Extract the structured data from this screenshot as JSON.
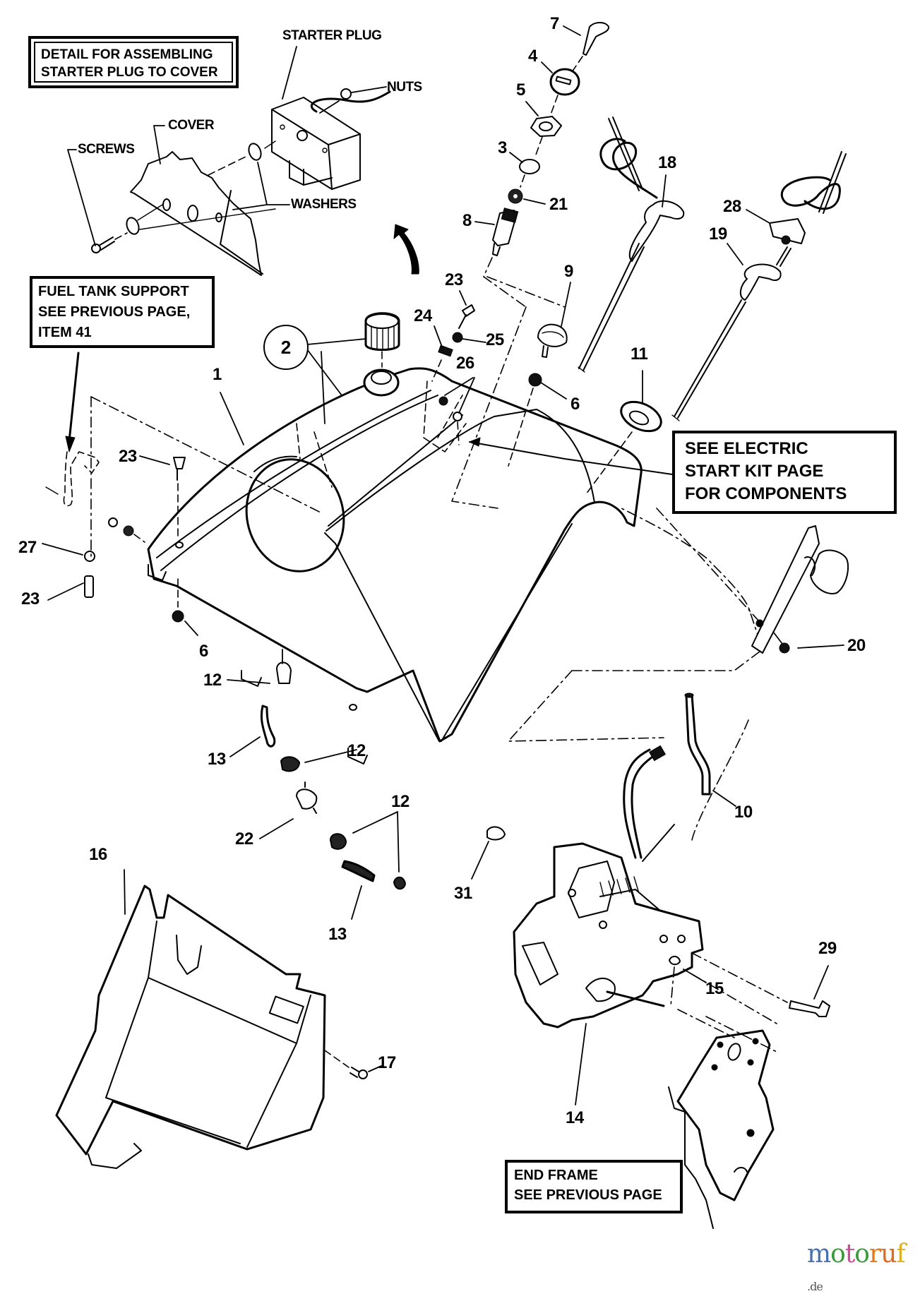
{
  "title": "Snowthrower fuel tank / cover / engine exploded parts diagram",
  "callout_boxes": {
    "detail": [
      "DETAIL FOR ASSEMBLING",
      "STARTER PLUG TO COVER"
    ],
    "fuel_tank_support": [
      "FUEL TANK SUPPORT",
      "SEE PREVIOUS PAGE,",
      "ITEM 41"
    ],
    "electric_start": [
      "SEE ELECTRIC",
      "START KIT PAGE",
      "FOR COMPONENTS"
    ],
    "end_frame": [
      "END FRAME",
      "SEE PREVIOUS PAGE"
    ]
  },
  "word_labels": {
    "starter_plug": "STARTER PLUG",
    "nuts": "NUTS",
    "cover": "COVER",
    "screws": "SCREWS",
    "washers": "WASHERS"
  },
  "circled_item": "2",
  "part_labels": [
    {
      "id": "p7",
      "text": "7"
    },
    {
      "id": "p4",
      "text": "4"
    },
    {
      "id": "p5",
      "text": "5"
    },
    {
      "id": "p3",
      "text": "3"
    },
    {
      "id": "p21",
      "text": "21"
    },
    {
      "id": "p8",
      "text": "8"
    },
    {
      "id": "p18",
      "text": "18"
    },
    {
      "id": "p28",
      "text": "28"
    },
    {
      "id": "p19",
      "text": "19"
    },
    {
      "id": "p23a",
      "text": "23"
    },
    {
      "id": "p24",
      "text": "24"
    },
    {
      "id": "p25",
      "text": "25"
    },
    {
      "id": "p26",
      "text": "26"
    },
    {
      "id": "p9",
      "text": "9"
    },
    {
      "id": "p6a",
      "text": "6"
    },
    {
      "id": "p11",
      "text": "11"
    },
    {
      "id": "p1",
      "text": "1"
    },
    {
      "id": "p23b",
      "text": "23"
    },
    {
      "id": "p27",
      "text": "27"
    },
    {
      "id": "p23c",
      "text": "23"
    },
    {
      "id": "p6b",
      "text": "6"
    },
    {
      "id": "p20",
      "text": "20"
    },
    {
      "id": "p12a",
      "text": "12"
    },
    {
      "id": "p13a",
      "text": "13"
    },
    {
      "id": "p12b",
      "text": "12"
    },
    {
      "id": "p22",
      "text": "22"
    },
    {
      "id": "p12c",
      "text": "12"
    },
    {
      "id": "p13b",
      "text": "13"
    },
    {
      "id": "p31",
      "text": "31"
    },
    {
      "id": "p10",
      "text": "10"
    },
    {
      "id": "p16",
      "text": "16"
    },
    {
      "id": "p17",
      "text": "17"
    },
    {
      "id": "p29",
      "text": "29"
    },
    {
      "id": "p15",
      "text": "15"
    },
    {
      "id": "p14",
      "text": "14"
    }
  ],
  "watermark": {
    "letters": [
      {
        "ch": "m",
        "color": "#4a6fb0"
      },
      {
        "ch": "o",
        "color": "#3a9a3a"
      },
      {
        "ch": "t",
        "color": "#d04a9a"
      },
      {
        "ch": "o",
        "color": "#3a9a3a"
      },
      {
        "ch": "r",
        "color": "#e07a20"
      },
      {
        "ch": "u",
        "color": "#e06a20"
      },
      {
        "ch": "f",
        "color": "#e0b020"
      }
    ],
    "tld": ".de"
  }
}
